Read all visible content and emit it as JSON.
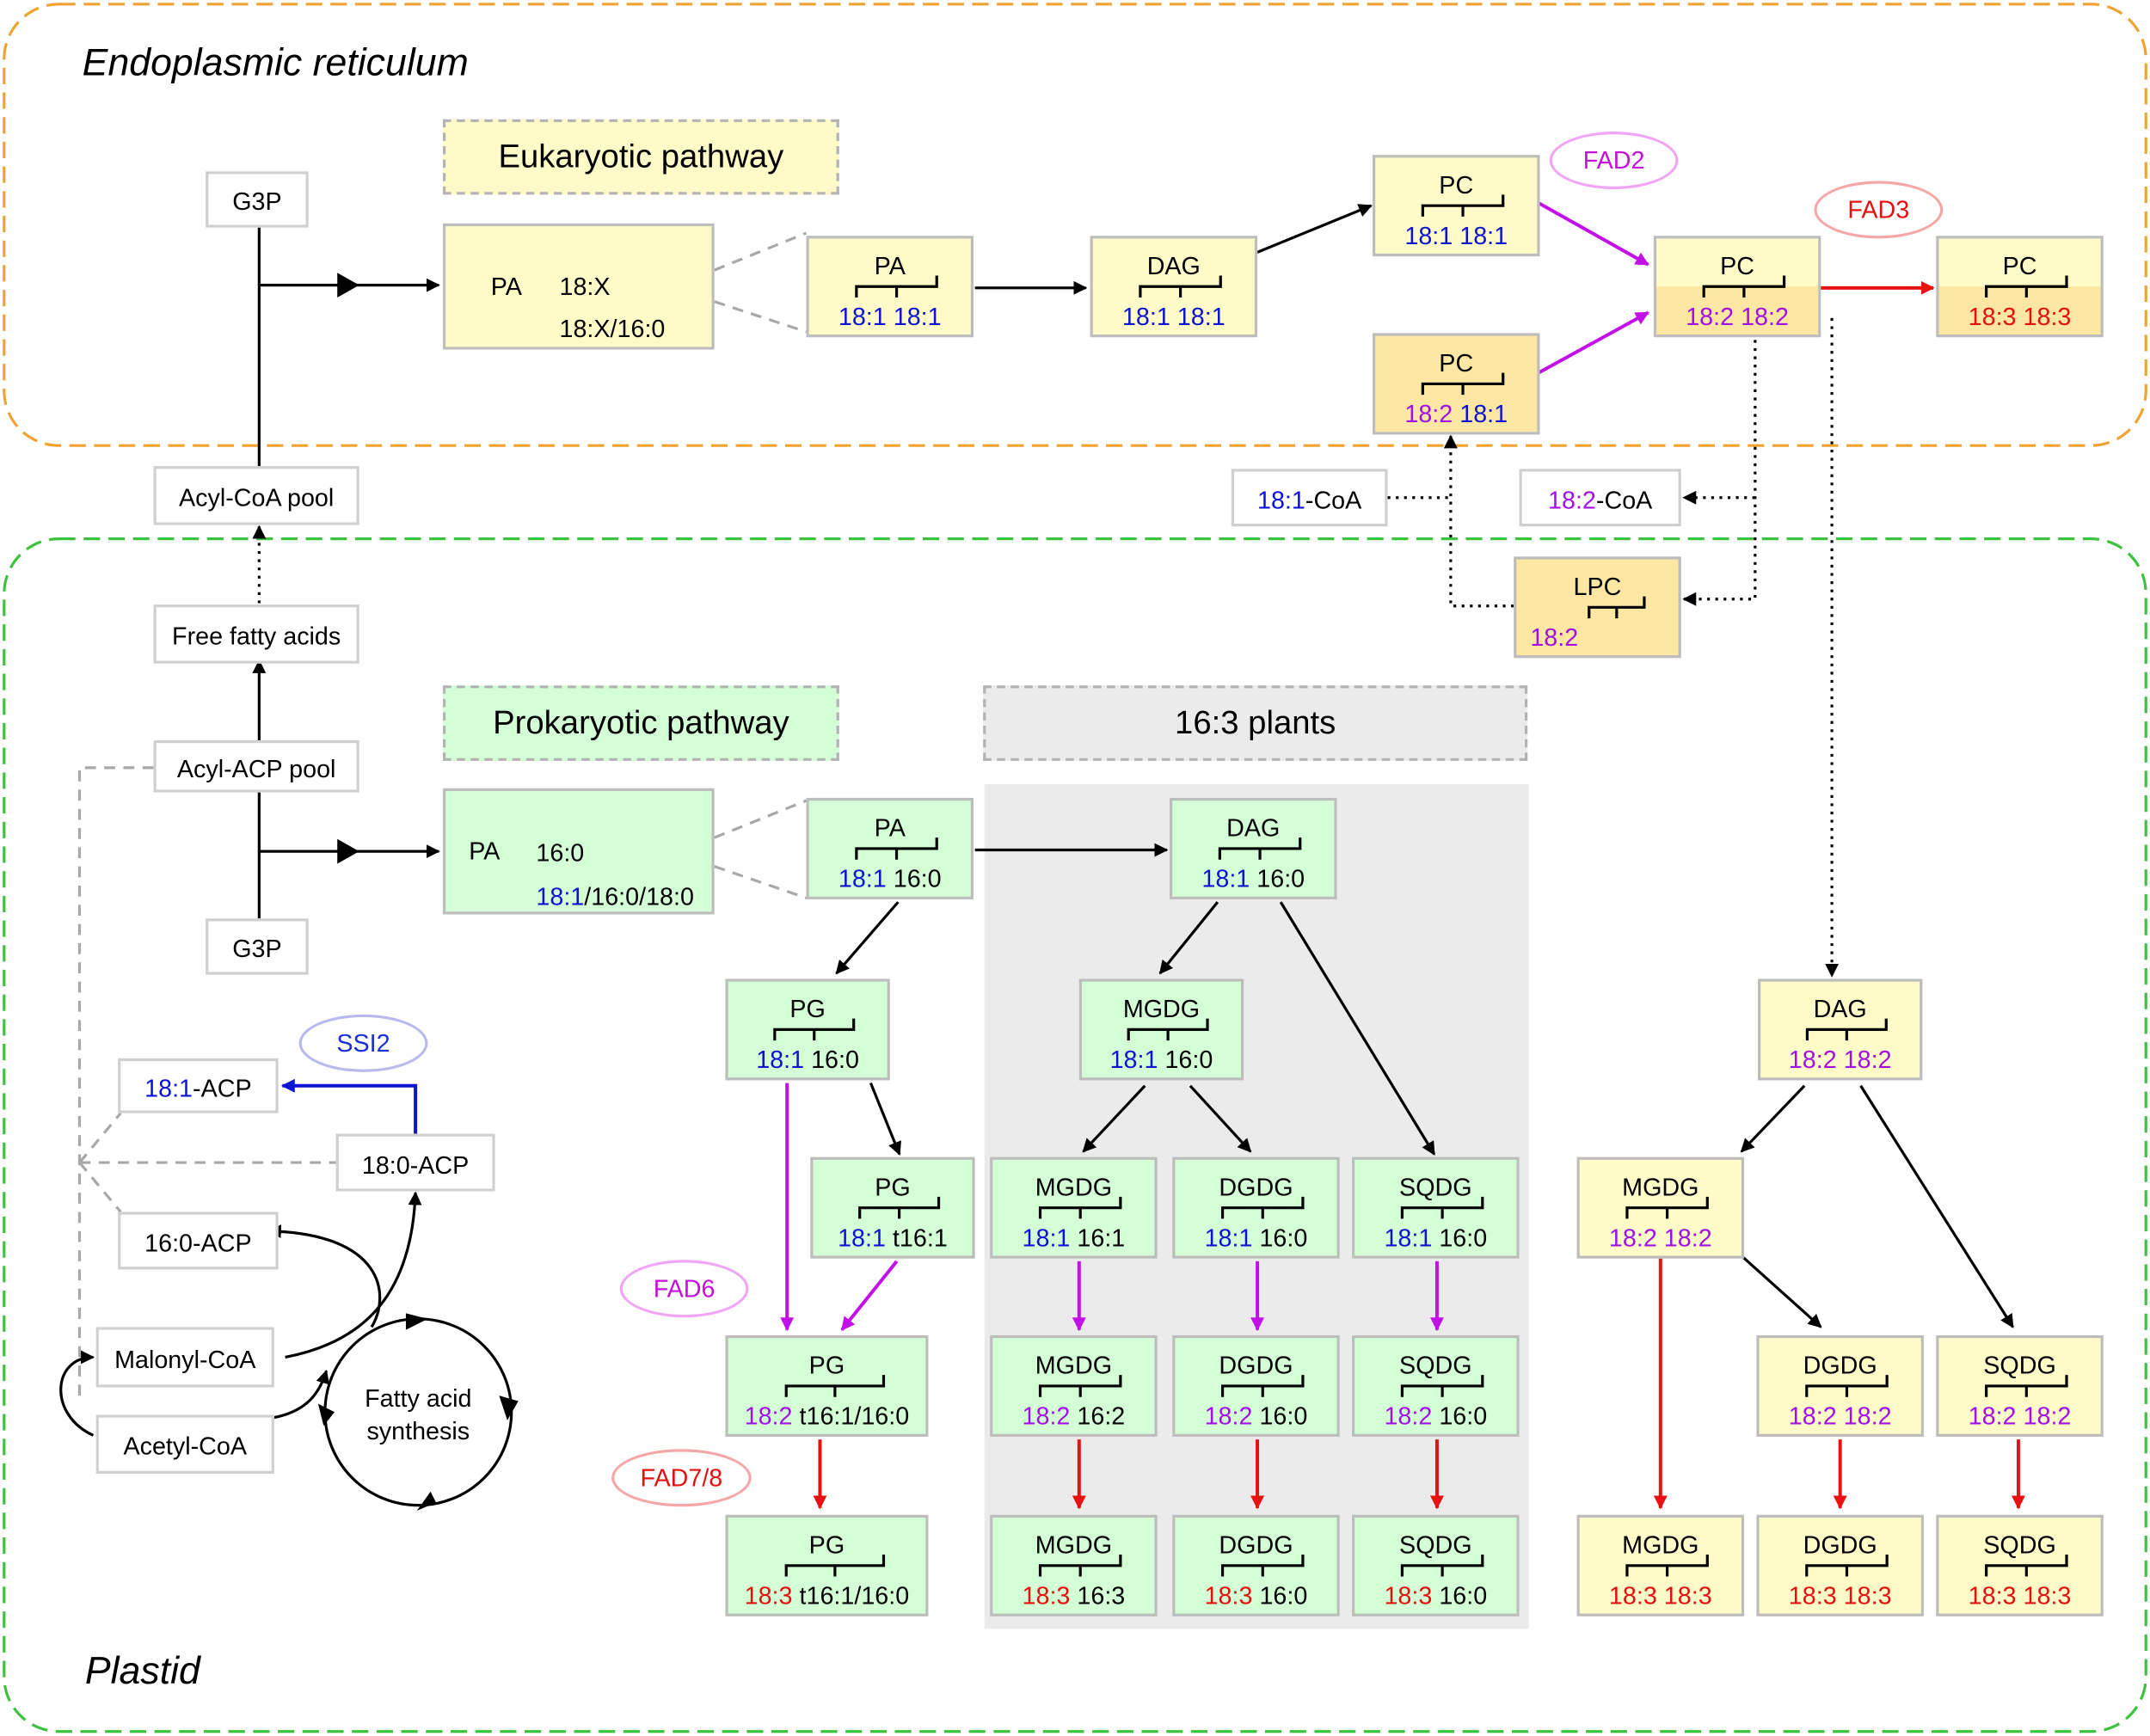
{
  "regions": {
    "er": "Endoplasmic reticulum",
    "plastid": "Plastid"
  },
  "headers": {
    "eukaryotic": "Eukaryotic pathway",
    "prokaryotic": "Prokaryotic pathway",
    "plants163": "16:3 plants"
  },
  "enzymes": {
    "fad2": "FAD2",
    "fad3": "FAD3",
    "fad6": "FAD6",
    "fad78": "FAD7/8",
    "ssi2": "SSI2"
  },
  "pools": {
    "g3p_top": "G3P",
    "g3p_bottom": "G3P",
    "acyl_coa_pool": "Acyl-CoA pool",
    "free_fatty_acids": "Free fatty acids",
    "acyl_acp_pool": "Acyl-ACP pool",
    "acp181": {
      "a": "18:1",
      "b": "-ACP"
    },
    "acp180": "18:0-ACP",
    "acp160": "16:0-ACP",
    "malonyl": "Malonyl-CoA",
    "acetyl": "Acetyl-CoA",
    "fas": "Fatty acid\nsynthesis",
    "coa181": {
      "a": "18:1",
      "b": "-CoA"
    },
    "coa182": {
      "a": "18:2",
      "b": "-CoA"
    }
  },
  "er_pa": {
    "name": "PA",
    "l1": "18:X",
    "l2": "18:X/16:0"
  },
  "pl_pa": {
    "name": "PA",
    "l1": "16:0",
    "l2a": "18:1",
    "l2b": "/16:0/18:0"
  },
  "lipids": {
    "er_pa": {
      "name": "PA",
      "a": "18:1",
      "b": "18:1"
    },
    "er_dag": {
      "name": "DAG",
      "a": "18:1",
      "b": "18:1"
    },
    "er_pc1": {
      "name": "PC",
      "a": "18:1",
      "b": "18:1"
    },
    "er_pc2": {
      "name": "PC",
      "a": "18:2",
      "b": "18:1"
    },
    "er_pc3": {
      "name": "PC",
      "a": "18:2",
      "b": "18:2"
    },
    "er_pc4": {
      "name": "PC",
      "a": "18:3",
      "b": "18:3"
    },
    "lpc": {
      "name": "LPC",
      "a": "18:2"
    },
    "pl_pa": {
      "name": "PA",
      "a": "18:1",
      "b": "16:0"
    },
    "pg1": {
      "name": "PG",
      "a": "18:1",
      "b": "16:0"
    },
    "pg2": {
      "name": "PG",
      "a": "18:1",
      "b": "t16:1"
    },
    "pg3": {
      "name": "PG",
      "a": "18:2",
      "b": "t16:1/16:0"
    },
    "pg4": {
      "name": "PG",
      "a": "18:3",
      "b": "t16:1/16:0"
    },
    "pl_dag": {
      "name": "DAG",
      "a": "18:1",
      "b": "16:0"
    },
    "mgdg1": {
      "name": "MGDG",
      "a": "18:1",
      "b": "16:0"
    },
    "mgdg2": {
      "name": "MGDG",
      "a": "18:1",
      "b": "16:1"
    },
    "mgdg3": {
      "name": "MGDG",
      "a": "18:2",
      "b": "16:2"
    },
    "mgdg4": {
      "name": "MGDG",
      "a": "18:3",
      "b": "16:3"
    },
    "dgdg2": {
      "name": "DGDG",
      "a": "18:1",
      "b": "16:0"
    },
    "dgdg3": {
      "name": "DGDG",
      "a": "18:2",
      "b": "16:0"
    },
    "dgdg4": {
      "name": "DGDG",
      "a": "18:3",
      "b": "16:0"
    },
    "sqdg2": {
      "name": "SQDG",
      "a": "18:1",
      "b": "16:0"
    },
    "sqdg3": {
      "name": "SQDG",
      "a": "18:2",
      "b": "16:0"
    },
    "sqdg4": {
      "name": "SQDG",
      "a": "18:3",
      "b": "16:0"
    },
    "e_dag": {
      "name": "DAG",
      "a": "18:2",
      "b": "18:2"
    },
    "e_mgdg1": {
      "name": "MGDG",
      "a": "18:2",
      "b": "18:2"
    },
    "e_mgdg2": {
      "name": "MGDG",
      "a": "18:3",
      "b": "18:3"
    },
    "e_dgdg1": {
      "name": "DGDG",
      "a": "18:2",
      "b": "18:2"
    },
    "e_dgdg2": {
      "name": "DGDG",
      "a": "18:3",
      "b": "18:3"
    },
    "e_sqdg1": {
      "name": "SQDG",
      "a": "18:2",
      "b": "18:2"
    },
    "e_sqdg2": {
      "name": "SQDG",
      "a": "18:3",
      "b": "18:3"
    }
  },
  "colors": {
    "er_border": "#f0a330",
    "plastid_border": "#3cc23c",
    "fad2_arrow": "#c410e8",
    "fad3_arrow": "#e81010",
    "ssi2_arrow": "#0a14d2"
  }
}
